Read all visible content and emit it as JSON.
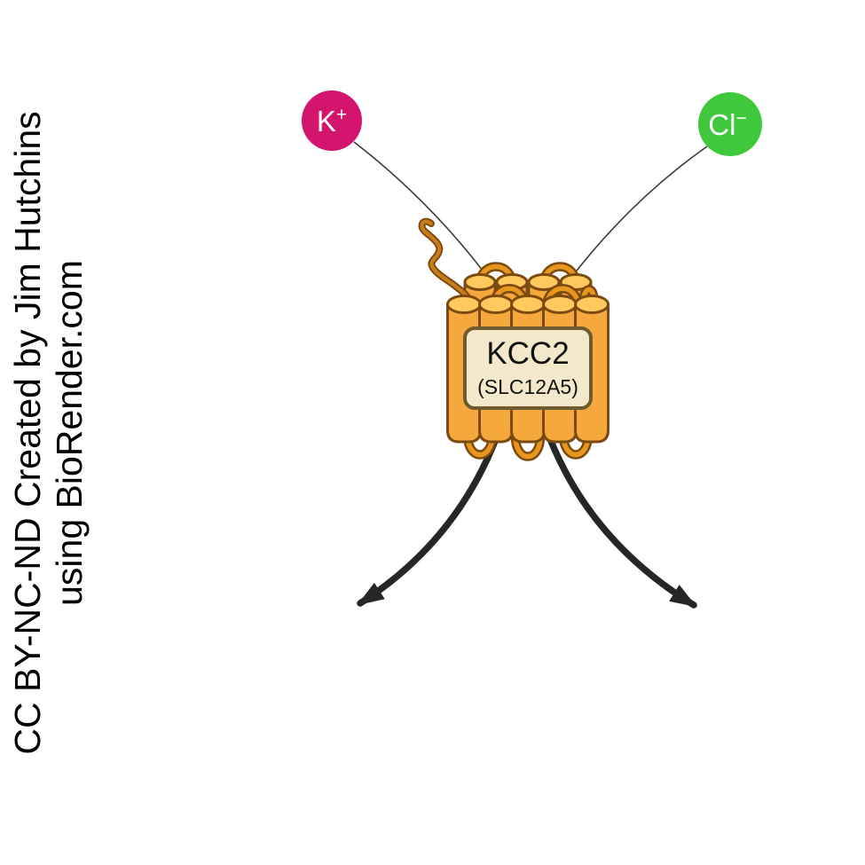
{
  "credit": {
    "line1": "CC BY-NC-ND Created by Jim Hutchins",
    "line2": "using BioRender.com"
  },
  "ions": {
    "potassium": {
      "symbol": "K",
      "charge": "+",
      "color": "#D3156E"
    },
    "chloride": {
      "symbol": "Cl",
      "charge": "−",
      "color": "#3FC83C"
    }
  },
  "transporter": {
    "name": "KCC2",
    "subname": "(SLC12A5)",
    "label_bg": "#F3E9CA",
    "label_border": "#6E5B2F",
    "helix_fill": "#F5A93C",
    "helix_top": "#FFC95E",
    "helix_outline": "#7B4A10",
    "loop_color": "#E8961E"
  },
  "arrows": {
    "color": "#262626"
  }
}
